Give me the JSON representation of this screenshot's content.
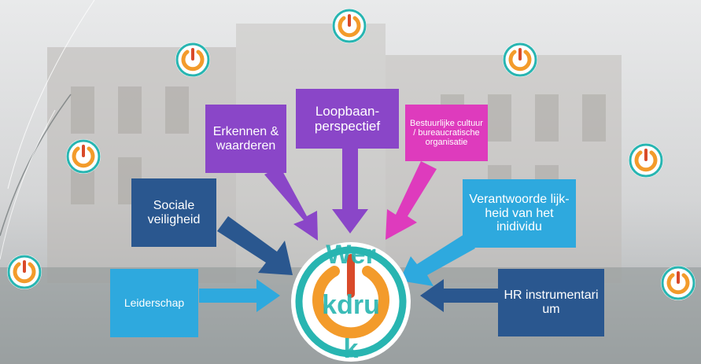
{
  "center": {
    "label": "Werkdruk",
    "lines": [
      "Wer",
      "kdru",
      "k"
    ]
  },
  "boxes": {
    "leiderschap": "Leiderschap",
    "sociale": "Sociale veiligheid",
    "erkennen": "Erkennen & waarderen",
    "loopbaan": "Loopbaan-perspectief",
    "bestuurlijke": "Bestuurlijke cultuur / bureaucratische organisatie",
    "verantwoordelijkheid": "Verantwoorde lijk-heid van het inidividu",
    "hr": "HR instrumentari um"
  },
  "colors": {
    "light_blue": "#2ea9de",
    "dark_blue": "#2a578f",
    "purple": "#8a46c8",
    "magenta": "#de3bbd",
    "teal_ring": "#28b5b1",
    "orange": "#f39b2b",
    "red_needle": "#d94a2a"
  },
  "icons": [
    "power-icon"
  ]
}
